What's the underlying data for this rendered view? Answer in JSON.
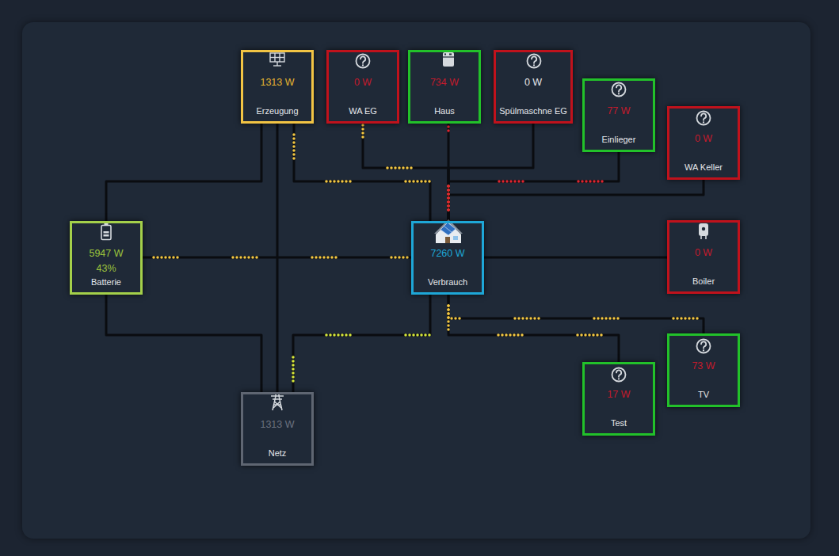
{
  "diagram": {
    "nodes": [
      {
        "text": [
          "1313 W",
          "Erzeugung"
        ]
      },
      {
        "text": [
          "0 W",
          "WA EG"
        ]
      },
      {
        "text": [
          "734 W",
          "Haus"
        ]
      },
      {
        "text": [
          "0 W",
          "Spülmaschne EG"
        ]
      },
      {
        "text": [
          "77 W",
          "Einlieger"
        ]
      },
      {
        "text": [
          "0 W",
          "WA Keller"
        ]
      },
      {
        "text": [
          "5947 W",
          "43%",
          "Batterie"
        ]
      },
      {
        "text": [
          "7260 W",
          "Verbrauch"
        ]
      },
      {
        "text": [
          "0 W",
          "Boiler"
        ]
      },
      {
        "text": [
          "73 W",
          "TV"
        ]
      },
      {
        "text": [
          "17 W",
          "Test"
        ]
      },
      {
        "text": [
          "1313 W",
          "Netz"
        ]
      }
    ],
    "edges": [
      {
        "from": 0,
        "to": 6,
        "arrow": "none"
      },
      {
        "from": 0,
        "to": 11,
        "arrow": "none"
      },
      {
        "from": 0,
        "to": 7,
        "arrow": "none"
      },
      {
        "from": 6,
        "to": 7,
        "arrow": "none"
      },
      {
        "from": 6,
        "to": 11,
        "arrow": "none"
      },
      {
        "from": 11,
        "to": 7,
        "arrow": "none"
      },
      {
        "from": 7,
        "to": 1,
        "arrow": "none"
      },
      {
        "from": 7,
        "to": 2,
        "arrow": "none"
      },
      {
        "from": 7,
        "to": 3,
        "arrow": "none"
      },
      {
        "from": 7,
        "to": 4,
        "arrow": "none"
      },
      {
        "from": 7,
        "to": 5,
        "arrow": "none"
      },
      {
        "from": 7,
        "to": 8,
        "arrow": "none"
      },
      {
        "from": 7,
        "to": 9,
        "arrow": "none"
      },
      {
        "from": 7,
        "to": 10,
        "arrow": "none"
      }
    ]
  }
}
